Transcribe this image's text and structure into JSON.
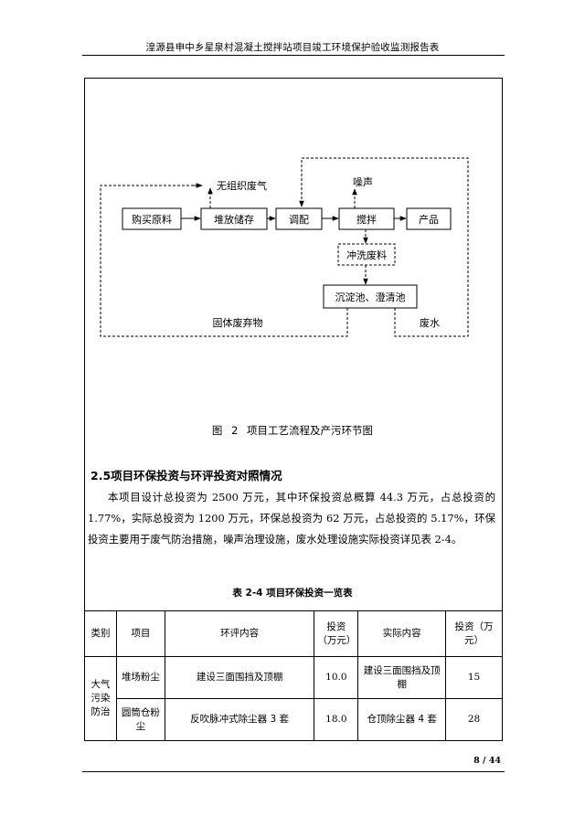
{
  "header": {
    "title": "湟源县申中乡星泉村混凝土搅拌站项目竣工环境保护验收监测报告表"
  },
  "diagram": {
    "boxes": {
      "purchase": "购买原料",
      "storage": "堆放储存",
      "mixing_adjust": "调配",
      "stirring": "搅拌",
      "product": "产品",
      "washing_waste": "冲洗废料",
      "sediment_tank": "沉淀池、澄清池"
    },
    "labels": {
      "fugitive_gas": "无组织废气",
      "noise": "噪声",
      "solid_waste": "固体废弃物",
      "waste_water": "废水"
    }
  },
  "figure_caption": "图 2   项目工艺流程及产污环节图",
  "section": {
    "title": "2.5项目环保投资与环评投资对照情况",
    "paragraph": "本项目设计总投资为 2500 万元，其中环保投资总概算 44.3 万元，占总投资的 1.77%，实际总投资为 1200 万元，环保总投资为 62 万元，占总投资的 5.17%，环保投资主要用于废气防治措施，噪声治理设施，废水处理设施实际投资详见表 2-4。"
  },
  "table": {
    "title": "表 2-4 项目环保投资一览表",
    "headers": {
      "category": "类别",
      "item": "项目",
      "eia_content": "环评内容",
      "invest_a": "投资（万元）",
      "actual_content": "实际内容",
      "invest_b": "投资（万元）"
    },
    "category": "大气污染防治",
    "rows": [
      {
        "item": "堆场粉尘",
        "eia": "建设三面围挡及顶棚",
        "eia_invest": "10.0",
        "actual": "建设三面围挡及顶棚",
        "actual_invest": "15"
      },
      {
        "item": "圆筒仓粉尘",
        "eia": "反吹脉冲式除尘器 3 套",
        "eia_invest": "18.0",
        "actual": "仓顶除尘器 4 套",
        "actual_invest": "28"
      }
    ]
  },
  "footer": {
    "page": "8 / 44"
  }
}
